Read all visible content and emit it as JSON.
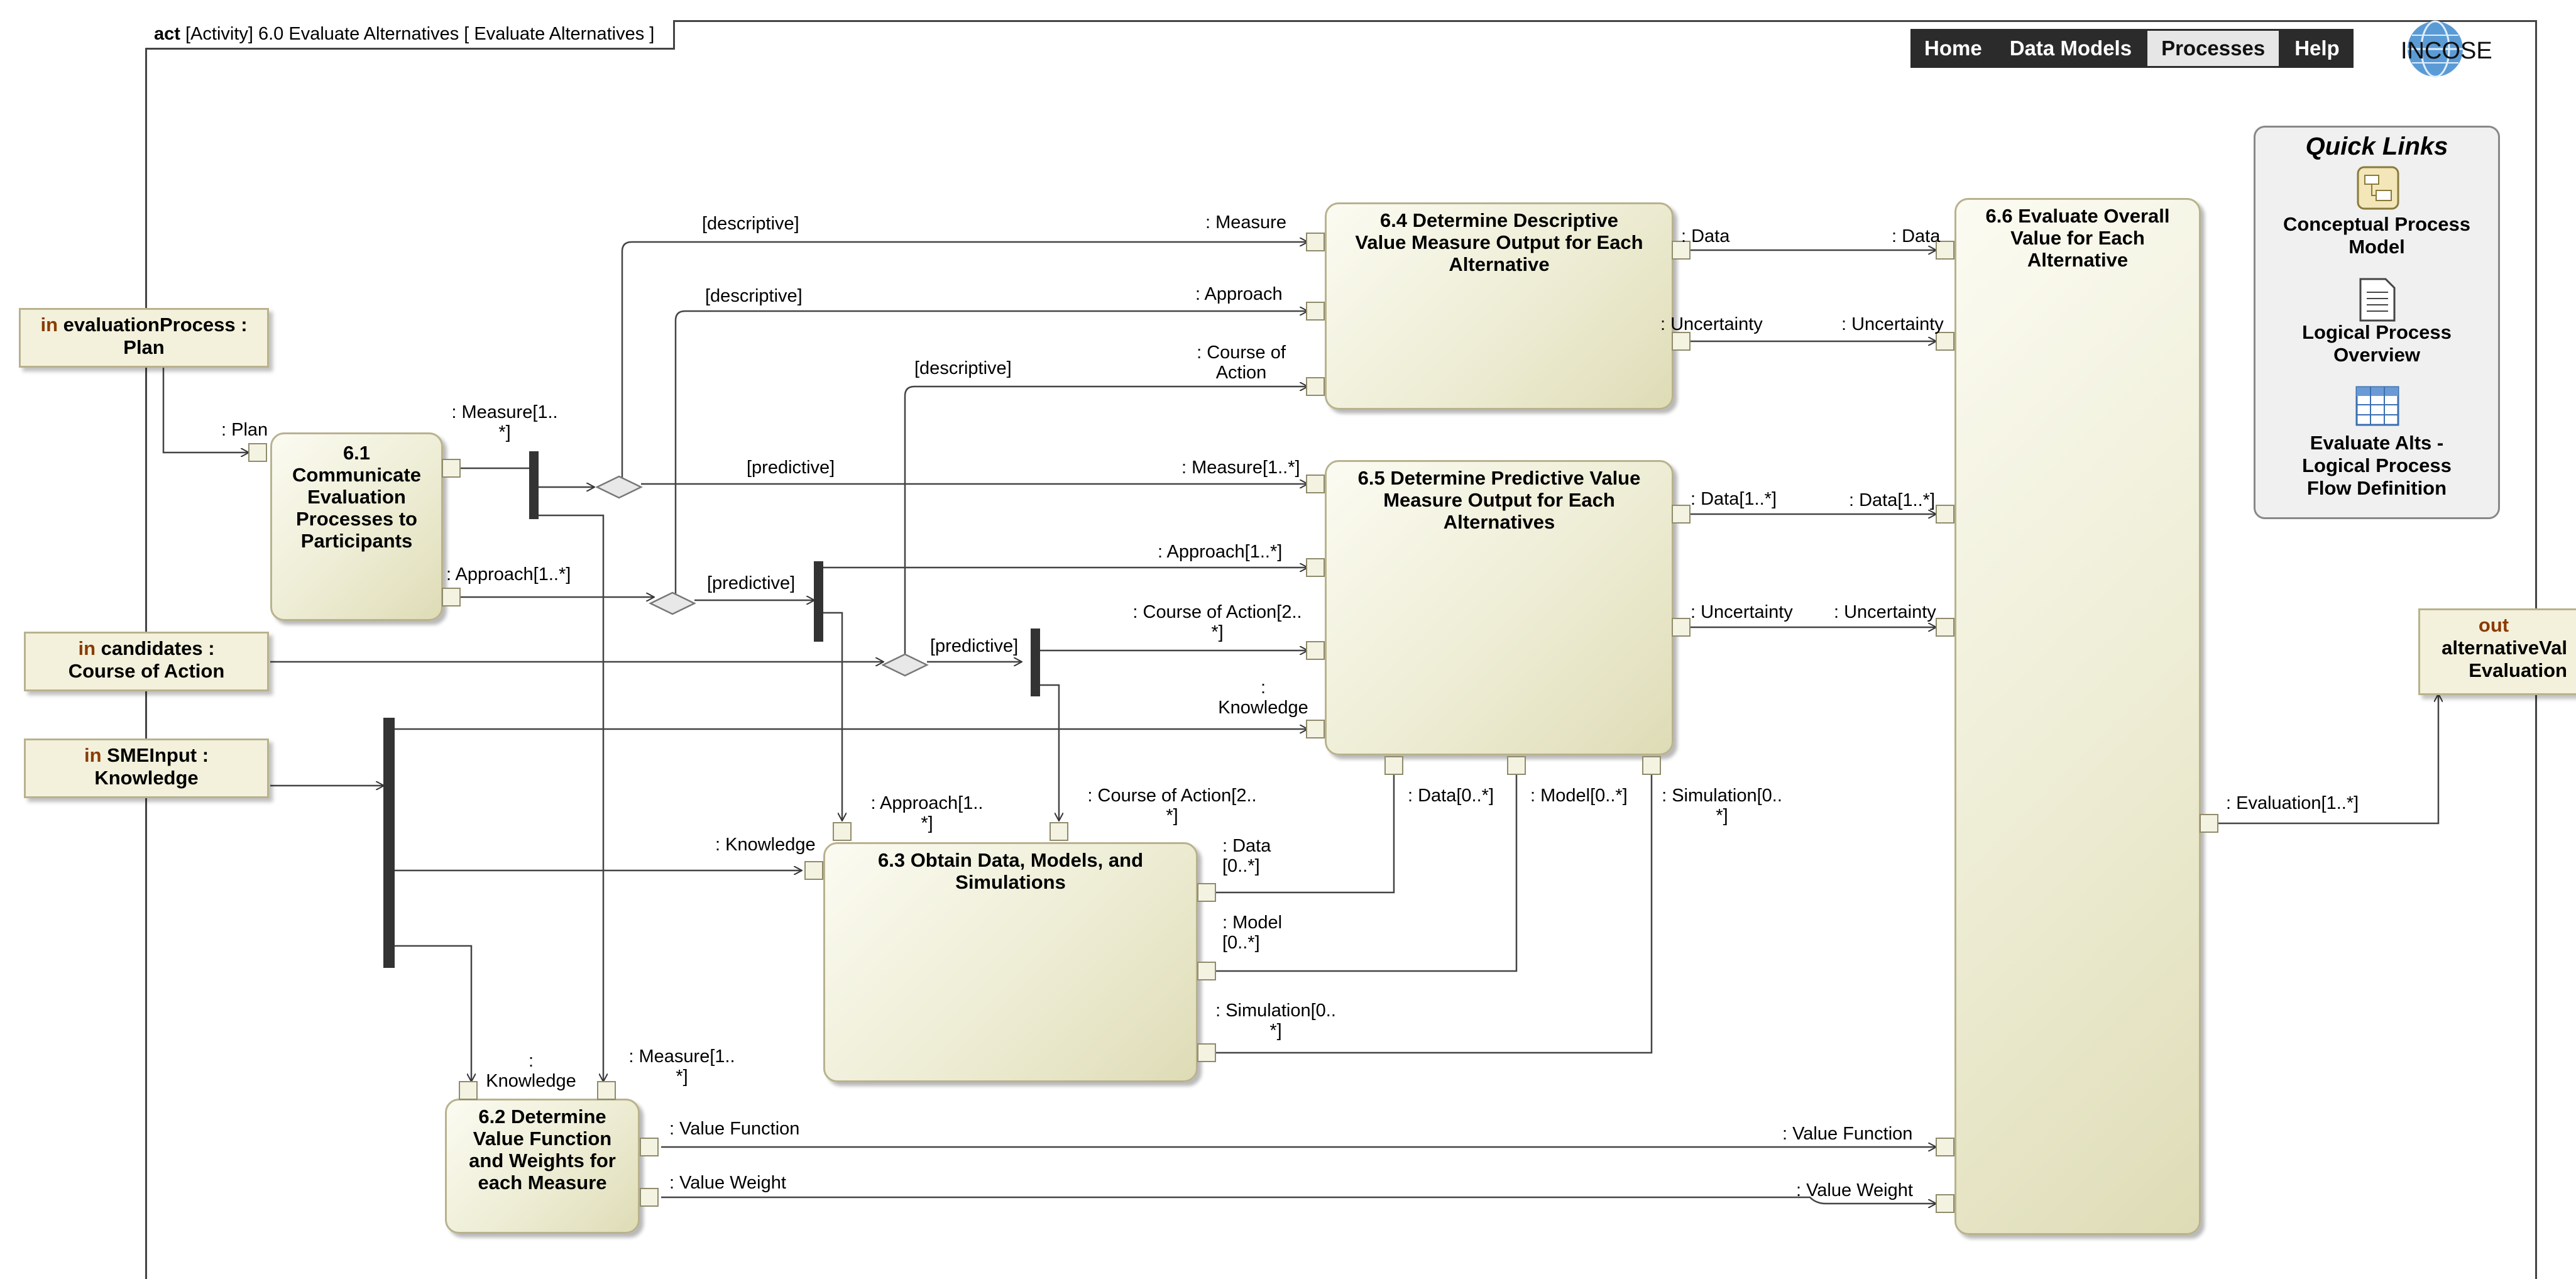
{
  "frame": {
    "keyword": "act",
    "title": "[Activity] 6.0 Evaluate Alternatives [ Evaluate Alternatives ]"
  },
  "nav": {
    "items": [
      "Home",
      "Data Models",
      "Processes",
      "Help"
    ],
    "active": "Processes",
    "logo_text": "INCOSE"
  },
  "quick_links": {
    "title": "Quick Links",
    "items": [
      {
        "label_1": "Conceptual Process",
        "label_2": "Model",
        "icon": "process-model-icon"
      },
      {
        "label_1": "Logical Process",
        "label_2": "Overview",
        "icon": "document-icon"
      },
      {
        "label_1": "Evaluate Alts -",
        "label_2": "Logical Process",
        "label_3": "Flow Definition",
        "icon": "table-icon"
      }
    ]
  },
  "params": {
    "evaluation_process": {
      "kw": "in",
      "name": "evaluationProcess :",
      "type": "Plan"
    },
    "candidates": {
      "kw": "in",
      "name": "candidates :",
      "type": "Course of Action"
    },
    "sme_input": {
      "kw": "in",
      "name": "SMEInput :",
      "type": "Knowledge"
    },
    "alternative_value": {
      "kw": "out",
      "name": "alternativeVal",
      "type": "Evaluation"
    }
  },
  "actions": {
    "a61": {
      "l1": "6.1",
      "l2": "Communicate",
      "l3": "Evaluation",
      "l4": "Processes to",
      "l5": "Participants"
    },
    "a62": {
      "l1": "6.2 Determine",
      "l2": "Value Function",
      "l3": "and Weights for",
      "l4": "each Measure"
    },
    "a63": {
      "l1": "6.3 Obtain Data, Models, and",
      "l2": "Simulations"
    },
    "a64": {
      "l1": "6.4 Determine Descriptive",
      "l2": "Value Measure Output for Each",
      "l3": "Alternative"
    },
    "a65": {
      "l1": "6.5 Determine Predictive Value",
      "l2": "Measure Output for Each",
      "l3": "Alternatives"
    },
    "a66": {
      "l1": "6.6 Evaluate Overall",
      "l2": "Value for Each",
      "l3": "Alternative"
    }
  },
  "pin_labels": {
    "plan": ": Plan",
    "a61_measure_1": ": Measure[1..",
    "a61_measure_2": "*]",
    "a61_approach": ": Approach[1..*]",
    "a64_measure": ": Measure",
    "a64_approach": ": Approach",
    "a64_coa_1": ": Course of",
    "a64_coa_2": "Action",
    "a64_data": ": Data",
    "a64_uncertainty": ": Uncertainty",
    "a65_measure": ": Measure[1..*]",
    "a65_approach": ": Approach[1..*]",
    "a65_coa_1": ": Course of Action[2..",
    "a65_coa_2": "*]",
    "a65_knowledge_1": ":",
    "a65_knowledge_2": "Knowledge",
    "a65_data": ": Data[1..*]",
    "a65_uncertainty": ": Uncertainty",
    "a65_data_in": ": Data[0..*]",
    "a65_model_in": ": Model[0..*]",
    "a65_sim_in_1": ": Simulation[0..",
    "a65_sim_in_2": "*]",
    "a66_data": ": Data",
    "a66_uncertainty": ": Uncertainty",
    "a66_data_multi": ": Data[1..*]",
    "a66_uncertainty_2": ": Uncertainty",
    "a66_evaluation": ": Evaluation[1..*]",
    "a66_value_function": ": Value Function",
    "a66_value_weight": ": Value Weight",
    "a63_knowledge": ": Knowledge",
    "a63_approach_1": ": Approach[1..",
    "a63_approach_2": "*]",
    "a63_coa_1": ": Course of Action[2..",
    "a63_coa_2": "*]",
    "a63_data_1": ": Data",
    "a63_data_2": "[0..*]",
    "a63_model_1": ": Model",
    "a63_model_2": "[0..*]",
    "a63_sim_1": ": Simulation[0..",
    "a63_sim_2": "*]",
    "a62_knowledge_1": ":",
    "a62_knowledge_2": "Knowledge",
    "a62_measure_1": ": Measure[1..",
    "a62_measure_2": "*]",
    "a62_value_function": ": Value Function",
    "a62_value_weight": ": Value Weight"
  },
  "guards": {
    "descriptive": "[descriptive]",
    "predictive": "[predictive]"
  },
  "colors": {
    "node_fill": "#ecebd1",
    "node_border": "#b8b28e",
    "keyword": "#8a3b00",
    "nav_bg": "#2b2b2b"
  }
}
